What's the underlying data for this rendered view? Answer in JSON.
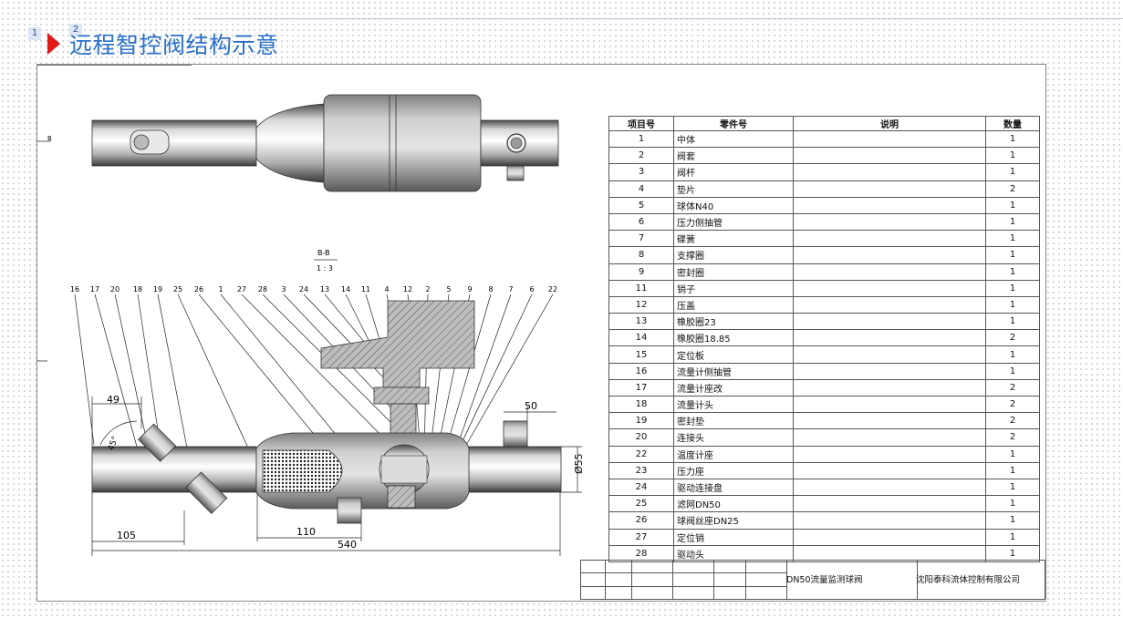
{
  "slide": {
    "badge_1": "1",
    "badge_2": "2",
    "title": "远程智控阀结构示意"
  },
  "drawing": {
    "section_label": "B-B",
    "section_scale": "1 : 3",
    "view_marker": "B",
    "balloons": [
      "16",
      "17",
      "20",
      "18",
      "19",
      "25",
      "26",
      "1",
      "27",
      "28",
      "3",
      "24",
      "13",
      "14",
      "11",
      "4",
      "12",
      "2",
      "5",
      "9",
      "8",
      "7",
      "6",
      "22"
    ],
    "dimensions": {
      "d49": "49",
      "d50": "50",
      "angle": "45°",
      "d105": "105",
      "d110": "110",
      "d540": "540",
      "dia55": "Ø55"
    }
  },
  "parts_table": {
    "headers": {
      "no": "项目号",
      "part": "零件号",
      "desc": "说明",
      "qty": "数量"
    },
    "rows": [
      {
        "no": "1",
        "part": "中体",
        "desc": "",
        "qty": "1"
      },
      {
        "no": "2",
        "part": "阀套",
        "desc": "",
        "qty": "1"
      },
      {
        "no": "3",
        "part": "阀杆",
        "desc": "",
        "qty": "1"
      },
      {
        "no": "4",
        "part": "垫片",
        "desc": "",
        "qty": "2"
      },
      {
        "no": "5",
        "part": "球体N40",
        "desc": "",
        "qty": "1"
      },
      {
        "no": "6",
        "part": "压力侧抽管",
        "desc": "",
        "qty": "1"
      },
      {
        "no": "7",
        "part": "碟簧",
        "desc": "",
        "qty": "1"
      },
      {
        "no": "8",
        "part": "支撑圈",
        "desc": "",
        "qty": "1"
      },
      {
        "no": "9",
        "part": "密封圈",
        "desc": "",
        "qty": "1"
      },
      {
        "no": "11",
        "part": "销子",
        "desc": "",
        "qty": "1"
      },
      {
        "no": "12",
        "part": "压盖",
        "desc": "",
        "qty": "1"
      },
      {
        "no": "13",
        "part": "橡胶圈23",
        "desc": "",
        "qty": "1"
      },
      {
        "no": "14",
        "part": "橡胶圈18.85",
        "desc": "",
        "qty": "2"
      },
      {
        "no": "15",
        "part": "定位板",
        "desc": "",
        "qty": "1"
      },
      {
        "no": "16",
        "part": "流量计侧抽管",
        "desc": "",
        "qty": "1"
      },
      {
        "no": "17",
        "part": "流量计座改",
        "desc": "",
        "qty": "2"
      },
      {
        "no": "18",
        "part": "流量计头",
        "desc": "",
        "qty": "2"
      },
      {
        "no": "19",
        "part": "密封垫",
        "desc": "",
        "qty": "2"
      },
      {
        "no": "20",
        "part": "连接头",
        "desc": "",
        "qty": "2"
      },
      {
        "no": "22",
        "part": "温度计座",
        "desc": "",
        "qty": "1"
      },
      {
        "no": "23",
        "part": "压力座",
        "desc": "",
        "qty": "1"
      },
      {
        "no": "24",
        "part": "驱动连接盘",
        "desc": "",
        "qty": "1"
      },
      {
        "no": "25",
        "part": "滤网DN50",
        "desc": "",
        "qty": "1"
      },
      {
        "no": "26",
        "part": "球阀丝座DN25",
        "desc": "",
        "qty": "1"
      },
      {
        "no": "27",
        "part": "定位销",
        "desc": "",
        "qty": "1"
      },
      {
        "no": "28",
        "part": "驱动头",
        "desc": "",
        "qty": "1"
      }
    ]
  },
  "title_block": {
    "drawing_name": "DN50流量监测球阀",
    "company": "沈阳泰科流体控制有限公司"
  }
}
